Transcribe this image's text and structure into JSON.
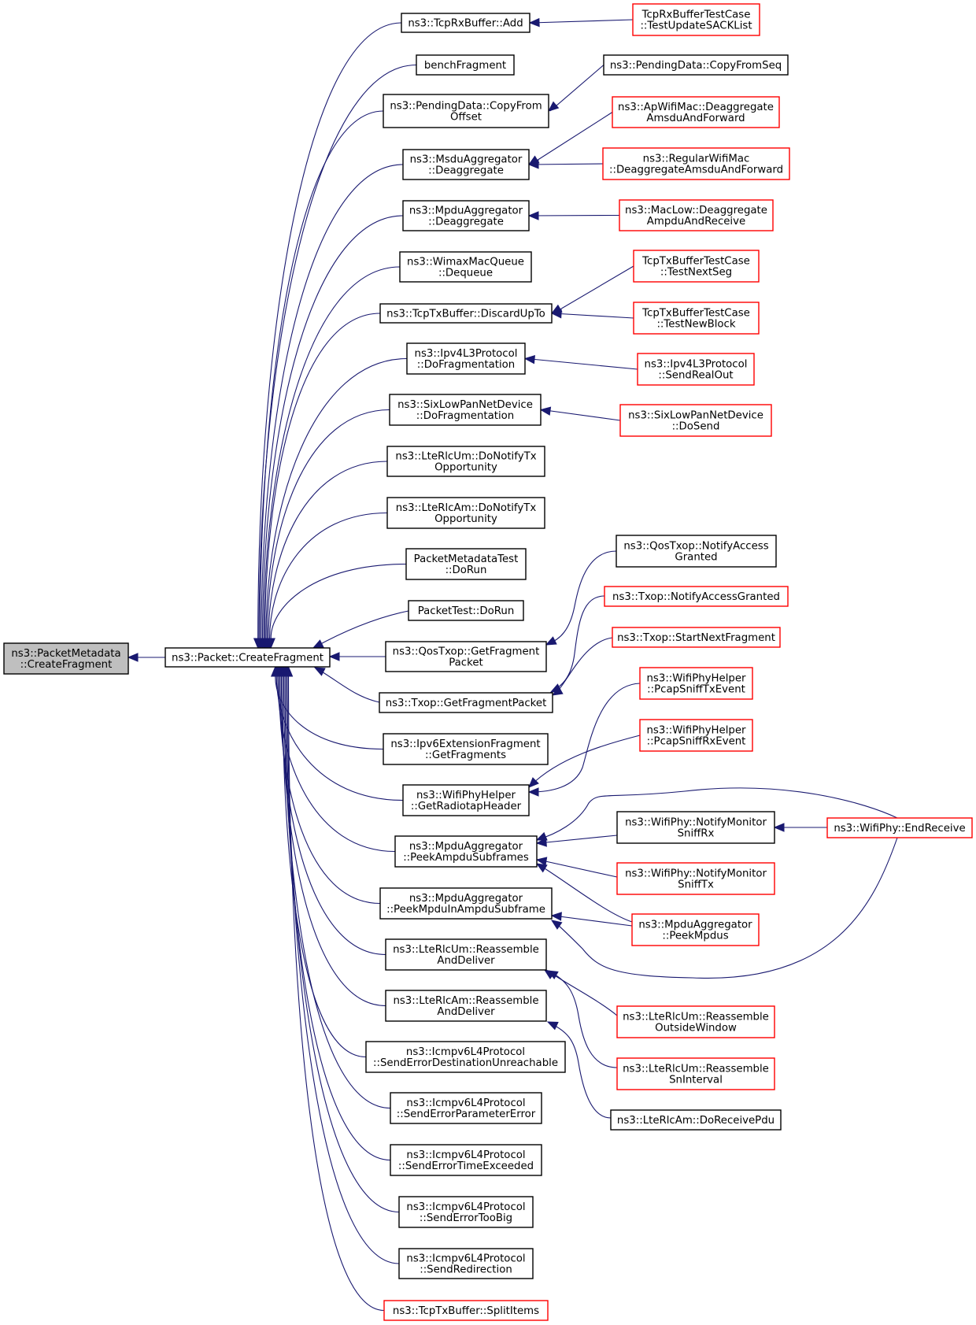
{
  "colors": {
    "edge": "#191970",
    "node_border": "#000000",
    "truncated_border": "#ff0000",
    "focus_fill": "#bfbfbf",
    "node_fill": "#ffffff"
  },
  "nodes": {
    "focus": {
      "lines": [
        "ns3::PacketMetadata",
        "::CreateFragment"
      ],
      "style": "focus"
    },
    "createFragment": {
      "lines": [
        "ns3::Packet::CreateFragment"
      ],
      "style": "normal"
    },
    "tcpRxAdd": {
      "lines": [
        "ns3::TcpRxBuffer::Add"
      ],
      "style": "normal"
    },
    "benchFragment": {
      "lines": [
        "benchFragment"
      ],
      "style": "normal"
    },
    "pendingCopyFromOffset": {
      "lines": [
        "ns3::PendingData::CopyFrom",
        "Offset"
      ],
      "style": "normal"
    },
    "msduDeagg": {
      "lines": [
        "ns3::MsduAggregator",
        "::Deaggregate"
      ],
      "style": "normal"
    },
    "mpduDeagg": {
      "lines": [
        "ns3::MpduAggregator",
        "::Deaggregate"
      ],
      "style": "normal"
    },
    "wimaxDequeue": {
      "lines": [
        "ns3::WimaxMacQueue",
        "::Dequeue"
      ],
      "style": "normal"
    },
    "tcpTxDiscard": {
      "lines": [
        "ns3::TcpTxBuffer::DiscardUpTo"
      ],
      "style": "normal"
    },
    "ipv4DoFrag": {
      "lines": [
        "ns3::Ipv4L3Protocol",
        "::DoFragmentation"
      ],
      "style": "normal"
    },
    "sixLowDoFrag": {
      "lines": [
        "ns3::SixLowPanNetDevice",
        "::DoFragmentation"
      ],
      "style": "normal"
    },
    "lteUmNotify": {
      "lines": [
        "ns3::LteRlcUm::DoNotifyTx",
        "Opportunity"
      ],
      "style": "normal"
    },
    "lteAmNotify": {
      "lines": [
        "ns3::LteRlcAm::DoNotifyTx",
        "Opportunity"
      ],
      "style": "normal"
    },
    "pktMetaTest": {
      "lines": [
        "PacketMetadataTest",
        "::DoRun"
      ],
      "style": "normal"
    },
    "pktTest": {
      "lines": [
        "PacketTest::DoRun"
      ],
      "style": "normal"
    },
    "qosGetFrag": {
      "lines": [
        "ns3::QosTxop::GetFragment",
        "Packet"
      ],
      "style": "normal"
    },
    "txopGetFrag": {
      "lines": [
        "ns3::Txop::GetFragmentPacket"
      ],
      "style": "normal"
    },
    "ipv6ExtFrag": {
      "lines": [
        "ns3::Ipv6ExtensionFragment",
        "::GetFragments"
      ],
      "style": "normal"
    },
    "wifiRadiotap": {
      "lines": [
        "ns3::WifiPhyHelper",
        "::GetRadiotapHeader"
      ],
      "style": "normal"
    },
    "peekAmpdu": {
      "lines": [
        "ns3::MpduAggregator",
        "::PeekAmpduSubframes"
      ],
      "style": "normal"
    },
    "peekMpduIn": {
      "lines": [
        "ns3::MpduAggregator",
        "::PeekMpduInAmpduSubframe"
      ],
      "style": "normal"
    },
    "lteUmReasm": {
      "lines": [
        "ns3::LteRlcUm::Reassemble",
        "AndDeliver"
      ],
      "style": "normal"
    },
    "lteAmReasm": {
      "lines": [
        "ns3::LteRlcAm::Reassemble",
        "AndDeliver"
      ],
      "style": "normal"
    },
    "icmpDestUnr": {
      "lines": [
        "ns3::Icmpv6L4Protocol",
        "::SendErrorDestinationUnreachable"
      ],
      "style": "normal"
    },
    "icmpParam": {
      "lines": [
        "ns3::Icmpv6L4Protocol",
        "::SendErrorParameterError"
      ],
      "style": "normal"
    },
    "icmpTime": {
      "lines": [
        "ns3::Icmpv6L4Protocol",
        "::SendErrorTimeExceeded"
      ],
      "style": "normal"
    },
    "icmpBig": {
      "lines": [
        "ns3::Icmpv6L4Protocol",
        "::SendErrorTooBig"
      ],
      "style": "normal"
    },
    "icmpRedir": {
      "lines": [
        "ns3::Icmpv6L4Protocol",
        "::SendRedirection"
      ],
      "style": "normal"
    },
    "tcpSplit": {
      "lines": [
        "ns3::TcpTxBuffer::SplitItems"
      ],
      "style": "truncated"
    },
    "tcpRxTest": {
      "lines": [
        "TcpRxBufferTestCase",
        "::TestUpdateSACKList"
      ],
      "style": "truncated"
    },
    "pendingCopyFromSeq": {
      "lines": [
        "ns3::PendingData::CopyFromSeq"
      ],
      "style": "normal"
    },
    "apDeagg": {
      "lines": [
        "ns3::ApWifiMac::Deaggregate",
        "AmsduAndForward"
      ],
      "style": "truncated"
    },
    "regularDeagg": {
      "lines": [
        "ns3::RegularWifiMac",
        "::DeaggregateAmsduAndForward"
      ],
      "style": "truncated"
    },
    "macLowDeagg": {
      "lines": [
        "ns3::MacLow::Deaggregate",
        "AmpduAndReceive"
      ],
      "style": "truncated"
    },
    "tcpTxNextSeg": {
      "lines": [
        "TcpTxBufferTestCase",
        "::TestNextSeg"
      ],
      "style": "truncated"
    },
    "tcpTxNewBlock": {
      "lines": [
        "TcpTxBufferTestCase",
        "::TestNewBlock"
      ],
      "style": "truncated"
    },
    "ipv4SendReal": {
      "lines": [
        "ns3::Ipv4L3Protocol",
        "::SendRealOut"
      ],
      "style": "truncated"
    },
    "sixLowDoSend": {
      "lines": [
        "ns3::SixLowPanNetDevice",
        "::DoSend"
      ],
      "style": "truncated"
    },
    "qosNotifyAccess": {
      "lines": [
        "ns3::QosTxop::NotifyAccess",
        "Granted"
      ],
      "style": "normal"
    },
    "txopNotifyAccess": {
      "lines": [
        "ns3::Txop::NotifyAccessGranted"
      ],
      "style": "truncated"
    },
    "txopStartNext": {
      "lines": [
        "ns3::Txop::StartNextFragment"
      ],
      "style": "truncated"
    },
    "pcapTx": {
      "lines": [
        "ns3::WifiPhyHelper",
        "::PcapSniffTxEvent"
      ],
      "style": "truncated"
    },
    "pcapRx": {
      "lines": [
        "ns3::WifiPhyHelper",
        "::PcapSniffRxEvent"
      ],
      "style": "truncated"
    },
    "notifyMonRx": {
      "lines": [
        "ns3::WifiPhy::NotifyMonitor",
        "SniffRx"
      ],
      "style": "normal"
    },
    "endReceive": {
      "lines": [
        "ns3::WifiPhy::EndReceive"
      ],
      "style": "truncated"
    },
    "notifyMonTx": {
      "lines": [
        "ns3::WifiPhy::NotifyMonitor",
        "SniffTx"
      ],
      "style": "truncated"
    },
    "peekMpdus": {
      "lines": [
        "ns3::MpduAggregator",
        "::PeekMpdus"
      ],
      "style": "truncated"
    },
    "lteUmOutside": {
      "lines": [
        "ns3::LteRlcUm::Reassemble",
        "OutsideWindow"
      ],
      "style": "truncated"
    },
    "lteUmSn": {
      "lines": [
        "ns3::LteRlcUm::Reassemble",
        "SnInterval"
      ],
      "style": "truncated"
    },
    "lteAmReceive": {
      "lines": [
        "ns3::LteRlcAm::DoReceivePdu"
      ],
      "style": "normal"
    }
  },
  "edges": [
    [
      "createFragment",
      "focus"
    ],
    [
      "tcpRxAdd",
      "createFragment"
    ],
    [
      "benchFragment",
      "createFragment"
    ],
    [
      "pendingCopyFromOffset",
      "createFragment"
    ],
    [
      "msduDeagg",
      "createFragment"
    ],
    [
      "mpduDeagg",
      "createFragment"
    ],
    [
      "wimaxDequeue",
      "createFragment"
    ],
    [
      "tcpTxDiscard",
      "createFragment"
    ],
    [
      "ipv4DoFrag",
      "createFragment"
    ],
    [
      "sixLowDoFrag",
      "createFragment"
    ],
    [
      "lteUmNotify",
      "createFragment"
    ],
    [
      "lteAmNotify",
      "createFragment"
    ],
    [
      "pktMetaTest",
      "createFragment"
    ],
    [
      "pktTest",
      "createFragment"
    ],
    [
      "qosGetFrag",
      "createFragment"
    ],
    [
      "txopGetFrag",
      "createFragment"
    ],
    [
      "ipv6ExtFrag",
      "createFragment"
    ],
    [
      "wifiRadiotap",
      "createFragment"
    ],
    [
      "peekAmpdu",
      "createFragment"
    ],
    [
      "peekMpduIn",
      "createFragment"
    ],
    [
      "lteUmReasm",
      "createFragment"
    ],
    [
      "lteAmReasm",
      "createFragment"
    ],
    [
      "icmpDestUnr",
      "createFragment"
    ],
    [
      "icmpParam",
      "createFragment"
    ],
    [
      "icmpTime",
      "createFragment"
    ],
    [
      "icmpBig",
      "createFragment"
    ],
    [
      "icmpRedir",
      "createFragment"
    ],
    [
      "tcpSplit",
      "createFragment"
    ],
    [
      "tcpRxTest",
      "tcpRxAdd"
    ],
    [
      "pendingCopyFromSeq",
      "pendingCopyFromOffset"
    ],
    [
      "apDeagg",
      "msduDeagg"
    ],
    [
      "regularDeagg",
      "msduDeagg"
    ],
    [
      "macLowDeagg",
      "mpduDeagg"
    ],
    [
      "tcpTxNextSeg",
      "tcpTxDiscard"
    ],
    [
      "tcpTxNewBlock",
      "tcpTxDiscard"
    ],
    [
      "ipv4SendReal",
      "ipv4DoFrag"
    ],
    [
      "sixLowDoSend",
      "sixLowDoFrag"
    ],
    [
      "qosNotifyAccess",
      "qosGetFrag"
    ],
    [
      "txopNotifyAccess",
      "txopGetFrag"
    ],
    [
      "txopStartNext",
      "txopGetFrag"
    ],
    [
      "pcapTx",
      "wifiRadiotap"
    ],
    [
      "pcapRx",
      "wifiRadiotap"
    ],
    [
      "notifyMonRx",
      "peekAmpdu"
    ],
    [
      "endReceive",
      "peekAmpdu"
    ],
    [
      "notifyMonTx",
      "peekAmpdu"
    ],
    [
      "peekMpdus",
      "peekAmpdu"
    ],
    [
      "peekMpdus",
      "peekMpduIn"
    ],
    [
      "endReceive",
      "peekMpduIn"
    ],
    [
      "endReceive",
      "notifyMonRx"
    ],
    [
      "lteUmOutside",
      "lteUmReasm"
    ],
    [
      "lteUmSn",
      "lteUmReasm"
    ],
    [
      "lteAmReceive",
      "lteAmReasm"
    ]
  ]
}
